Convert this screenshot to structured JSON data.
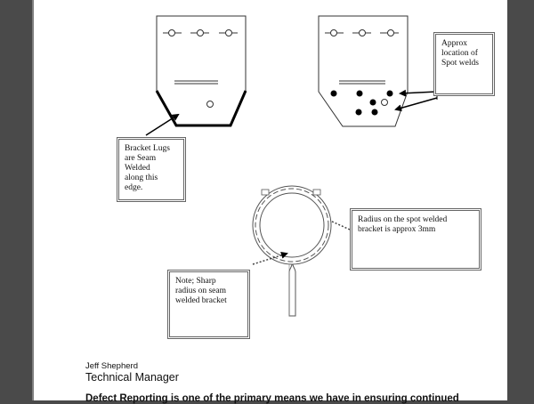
{
  "notes": {
    "spot_welds": "Approx\nlocation  of\nSpot welds",
    "seam_welded": "Bracket Lugs\nare  Seam\nWelded\nalong this\nedge.",
    "spot_radius": "Radius on the spot welded\nbracket is approx 3mm",
    "sharp_radius": "Note; Sharp\nradius on seam\nwelded bracket"
  },
  "signature": {
    "name": "Jeff Shepherd",
    "title": "Technical Manager"
  },
  "footer_text": "Defect Reporting is one of the primary means we have in ensuring continued"
}
